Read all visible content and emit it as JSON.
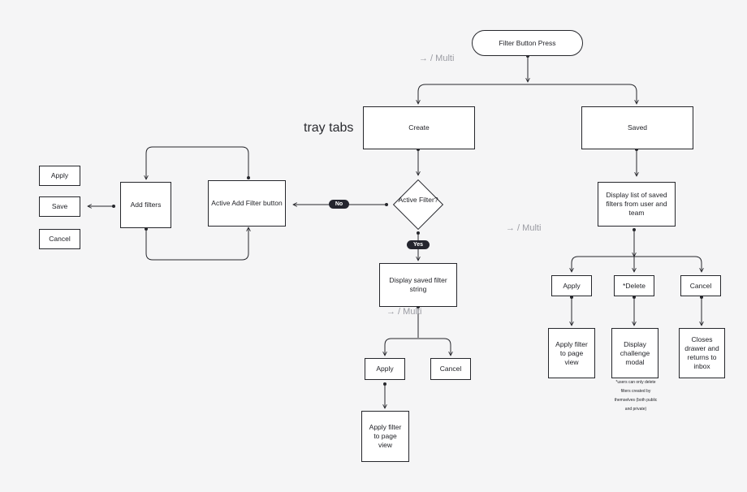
{
  "nodes": {
    "filter_button_press": "Filter Button Press",
    "create": "Create",
    "saved": "Saved",
    "active_filter": "Active Filter?",
    "active_add_filter_button": "Active Add Filter button",
    "add_filters": "Add filters",
    "apply_left": "Apply",
    "save_left": "Save",
    "cancel_left": "Cancel",
    "display_saved_filter_string": "Display saved filter string",
    "apply_center": "Apply",
    "cancel_center": "Cancel",
    "apply_filter_center": "Apply filter to page view",
    "display_list_saved": "Display list of saved filters from user and team",
    "apply_right": "Apply",
    "delete_right": "*Delete",
    "cancel_right": "Cancel",
    "apply_filter_right": "Apply filter to page view",
    "display_challenge_modal": "Display challenge modal",
    "closes_drawer": "Closes drawer and returns to inbox"
  },
  "badges": {
    "no": "No",
    "yes": "Yes"
  },
  "annotations": {
    "tray_tabs": "tray tabs",
    "multi_top": "→ / Multi",
    "multi_middle": "→ / Multi",
    "multi_center": "→ / Multi",
    "delete_note": "*users can only delete filters created by themselves (both public and private)"
  },
  "colors": {
    "background": "#f5f5f6",
    "stroke": "#26272c",
    "badge": "#24252e",
    "muted_text": "#9a9ba2"
  }
}
